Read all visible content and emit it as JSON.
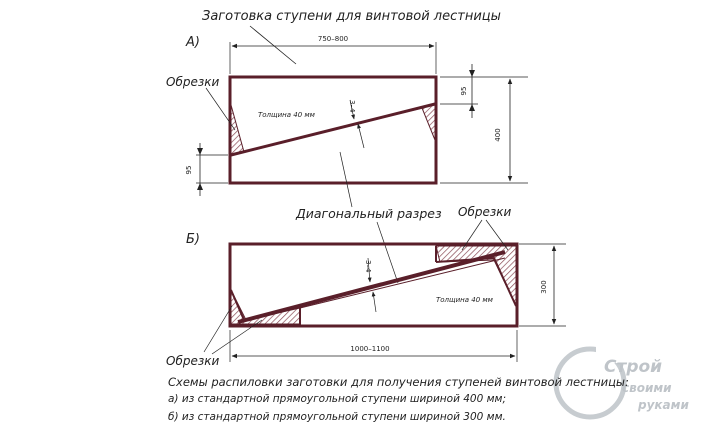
{
  "title": "Заготовка ступени для винтовой лестницы",
  "variant_a": {
    "label": "А)",
    "width_dim": "750–800",
    "height_dim": "400",
    "offset_top": "95",
    "offset_bottom": "95",
    "cut_width": "3–4",
    "thickness": "Толщина 40 мм",
    "scraps_label": "Обрезки"
  },
  "diagonal_cut_label": "Диагональный разрез",
  "variant_b": {
    "label": "Б)",
    "width_dim": "1000–1100",
    "height_dim": "300",
    "cut_width": "3–4",
    "thickness": "Толщина 40 мм",
    "scraps_top_label": "Обрезки",
    "scraps_bottom_label": "Обрезки"
  },
  "caption": {
    "title": "Схемы распиловки заготовки для получения ступеней винтовой лестницы:",
    "line_a": "а) из стандартной прямоугольной ступени шириной 400 мм;",
    "line_b": "б) из стандартной прямоугольной ступени шириной 300 мм."
  },
  "logo": {
    "line1": "Строй",
    "line2": "своими",
    "line3": "руками"
  },
  "colors": {
    "board": "#5a1f2a",
    "line": "#222222",
    "hatch": "#8a4a55"
  }
}
